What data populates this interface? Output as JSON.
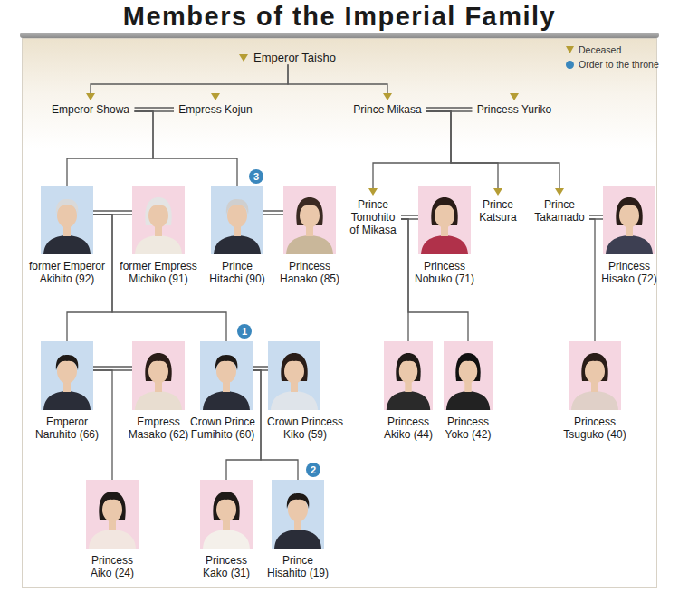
{
  "diagram": {
    "title": "Members of the Imperial Family",
    "nodes": [
      {
        "text": [
          "Emperor Taisho"
        ]
      },
      {
        "text": [
          "Emperor Showa"
        ]
      },
      {
        "text": [
          "Empress Kojun"
        ]
      },
      {
        "text": [
          "Prince Mikasa"
        ]
      },
      {
        "text": [
          "Princess Yuriko"
        ]
      },
      {
        "text": [
          "former Emperor Akihito (92)"
        ]
      },
      {
        "text": [
          "former Empress Michiko (91)"
        ]
      },
      {
        "text": [
          "Prince Hitachi (90)"
        ]
      },
      {
        "text": [
          "Princess Hanako (85)"
        ]
      },
      {
        "text": [
          "Prince Tomohito of Mikasa"
        ]
      },
      {
        "text": [
          "Princess Nobuko (71)"
        ]
      },
      {
        "text": [
          "Prince Katsura"
        ]
      },
      {
        "text": [
          "Prince Takamado"
        ]
      },
      {
        "text": [
          "Princess Hisako (72)"
        ]
      },
      {
        "text": [
          "Emperor Naruhito (66)"
        ]
      },
      {
        "text": [
          "Empress Masako (62)"
        ]
      },
      {
        "text": [
          "Crown Prince Fumihito (60)"
        ]
      },
      {
        "text": [
          "Crown Princess Kiko (59)"
        ]
      },
      {
        "text": [
          "Princess Akiko (44)"
        ]
      },
      {
        "text": [
          "Princess Yoko (42)"
        ]
      },
      {
        "text": [
          "Princess Tsuguko (40)"
        ]
      },
      {
        "text": [
          "Princess Aiko (24)"
        ]
      },
      {
        "text": [
          "Princess Kako (31)"
        ]
      },
      {
        "text": [
          "Prince Hisahito (19)"
        ]
      }
    ],
    "edges": [
      {
        "from": 0,
        "to": 1,
        "arrow": "none"
      },
      {
        "from": 0,
        "to": 3,
        "arrow": "none"
      },
      {
        "from": 1,
        "to": 2,
        "arrow": "none"
      },
      {
        "from": 3,
        "to": 4,
        "arrow": "none"
      },
      {
        "from": 1,
        "to": 5,
        "arrow": "none"
      },
      {
        "from": 1,
        "to": 7,
        "arrow": "none"
      },
      {
        "from": 5,
        "to": 6,
        "arrow": "none"
      },
      {
        "from": 7,
        "to": 8,
        "arrow": "none"
      },
      {
        "from": 3,
        "to": 9,
        "arrow": "none"
      },
      {
        "from": 3,
        "to": 11,
        "arrow": "none"
      },
      {
        "from": 3,
        "to": 12,
        "arrow": "none"
      },
      {
        "from": 9,
        "to": 10,
        "arrow": "none"
      },
      {
        "from": 12,
        "to": 13,
        "arrow": "none"
      },
      {
        "from": 5,
        "to": 14,
        "arrow": "none"
      },
      {
        "from": 5,
        "to": 16,
        "arrow": "none"
      },
      {
        "from": 14,
        "to": 15,
        "arrow": "none"
      },
      {
        "from": 16,
        "to": 17,
        "arrow": "none"
      },
      {
        "from": 9,
        "to": 18,
        "arrow": "none"
      },
      {
        "from": 9,
        "to": 19,
        "arrow": "none"
      },
      {
        "from": 12,
        "to": 20,
        "arrow": "none"
      },
      {
        "from": 14,
        "to": 21,
        "arrow": "none"
      },
      {
        "from": 16,
        "to": 22,
        "arrow": "none"
      },
      {
        "from": 16,
        "to": 23,
        "arrow": "none"
      }
    ],
    "labels": [
      "3",
      "1",
      "2"
    ],
    "legend": [
      {
        "text": "Deceased"
      },
      {
        "text": "Order to the throne",
        "color": "#3a87bd"
      }
    ]
  }
}
